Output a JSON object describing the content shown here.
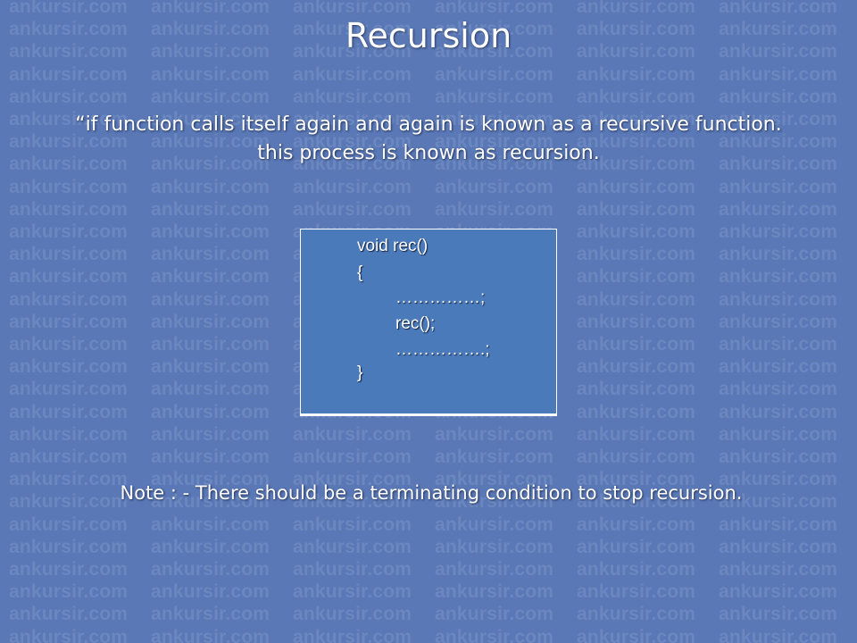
{
  "watermark": {
    "text": "ankursir.com",
    "color": "#6b87c0"
  },
  "slide": {
    "title": "Recursion",
    "definition_line1": "“if function calls itself again and again is known as a recursive function.",
    "definition_line2": "this process is known as recursion.",
    "note": "Note : - There should be a terminating condition to stop recursion."
  },
  "code": {
    "signature": "void rec()",
    "open_brace": "{",
    "line_before": "……………;",
    "recursive_call": "rec();",
    "line_after": "…………….;",
    "close_brace": "}"
  },
  "colors": {
    "background": "#5a78b6",
    "code_box": "#4a7ab9",
    "text": "#ffffff"
  }
}
